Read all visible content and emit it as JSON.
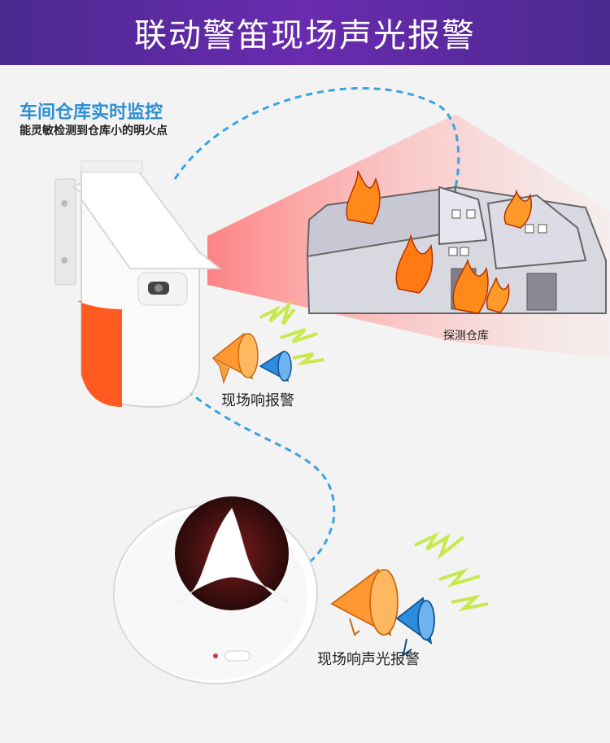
{
  "banner": {
    "title": "联动警笛现场声光报警"
  },
  "monitor": {
    "heading": "车间仓库实时监控",
    "description": "能灵敏检测到仓库小的明火点"
  },
  "warehouse": {
    "label": "探测仓库"
  },
  "alarms": {
    "sensor_label": "现场响报警",
    "siren_label": "现场响声光报警"
  },
  "colors": {
    "banner_gradient": [
      "#4a2a8e",
      "#6a2bb0"
    ],
    "heading_blue": "#2b8fd6",
    "detector_orange": "#ff5a1f",
    "beam_red": "#ff9c9c",
    "link_dashed": "#3aa3e3"
  },
  "icons": [
    "smoke-detector-icon",
    "siren-icon",
    "megaphone-icon",
    "flame-icon",
    "lightning-icon"
  ]
}
